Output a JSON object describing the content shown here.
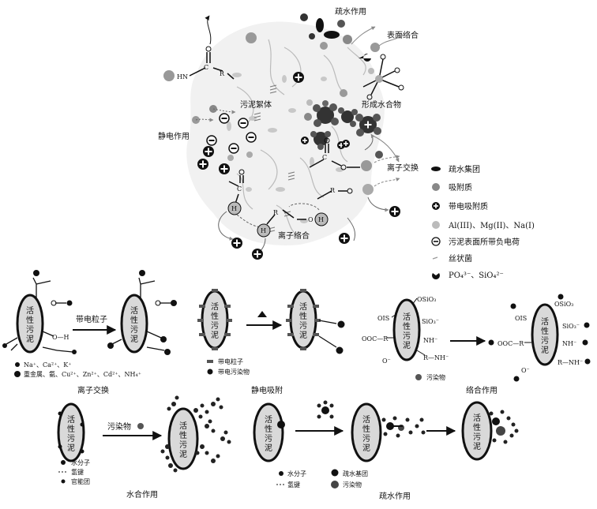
{
  "top": {
    "labels": {
      "hydrophobic": "疏水作用",
      "surface_complex": "表面络合",
      "sludge_floc": "污泥絮体",
      "hydrate": "形成水合物",
      "electrostatic": "静电作用",
      "ion_exchange": "离子交换",
      "ion_complex": "离子络合"
    },
    "legend": [
      {
        "icon": "hydrophobic-group-icon",
        "label": "疏水集团"
      },
      {
        "icon": "adsorbate-icon",
        "label": "吸附质"
      },
      {
        "icon": "charged-adsorbate-icon",
        "label": "带电吸附质"
      },
      {
        "icon": "metal-ion-icon",
        "label": "Al(III)、Mg(II)、Na(I)"
      },
      {
        "icon": "negative-charge-icon",
        "label": "污泥表面所带负电荷"
      },
      {
        "icon": "filamentous-bacteria-icon",
        "label": "丝状菌"
      },
      {
        "icon": "phosphate-silicate-icon",
        "label": "PO₄³⁻、SiO₄²⁻"
      }
    ],
    "chem": {
      "hn": "HN",
      "c": "C",
      "o": "O",
      "r": "R",
      "h": "H"
    }
  },
  "sludge_text": [
    "活",
    "性",
    "污",
    "泥"
  ],
  "panels": {
    "ion_exchange": {
      "caption": "离子交换",
      "arrow_label": "带电粒子",
      "legend": [
        "Na⁺、Ca²⁺、K⁺",
        "重金属、氨、Cu²⁺、Zn²⁺、Cd²⁺、NH₄⁺"
      ],
      "oh": "O—H"
    },
    "electrostatic": {
      "caption": "静电吸附",
      "legend": [
        "带电粒子",
        "带电污染物"
      ]
    },
    "complexation": {
      "caption": "络合作用",
      "legend": [
        "污染物"
      ],
      "groups": {
        "osio3_top": "OSiO₃",
        "ois_left": "OIS",
        "sio3": "SiO₃⁻",
        "nh": "NH⁻",
        "r_nh": "R—NH⁻",
        "ooc_r": "OOC—R",
        "o_minus": "O⁻",
        "osio3_s": "⁻OSiO₃"
      }
    },
    "hydration": {
      "caption": "水合作用",
      "arrow_label": "污染物",
      "legend": [
        "水分子",
        "氢键",
        "官能团"
      ]
    },
    "hydrophobic": {
      "caption": "疏水作用",
      "legend": [
        "水分子",
        "疏水基团",
        "氢键",
        "污染物"
      ]
    }
  },
  "colors": {
    "sludge_fill": "#d9d9d9",
    "dark_gray": "#555555",
    "mid_gray": "#9a9a9a",
    "light_gray": "#c8c8c8"
  }
}
